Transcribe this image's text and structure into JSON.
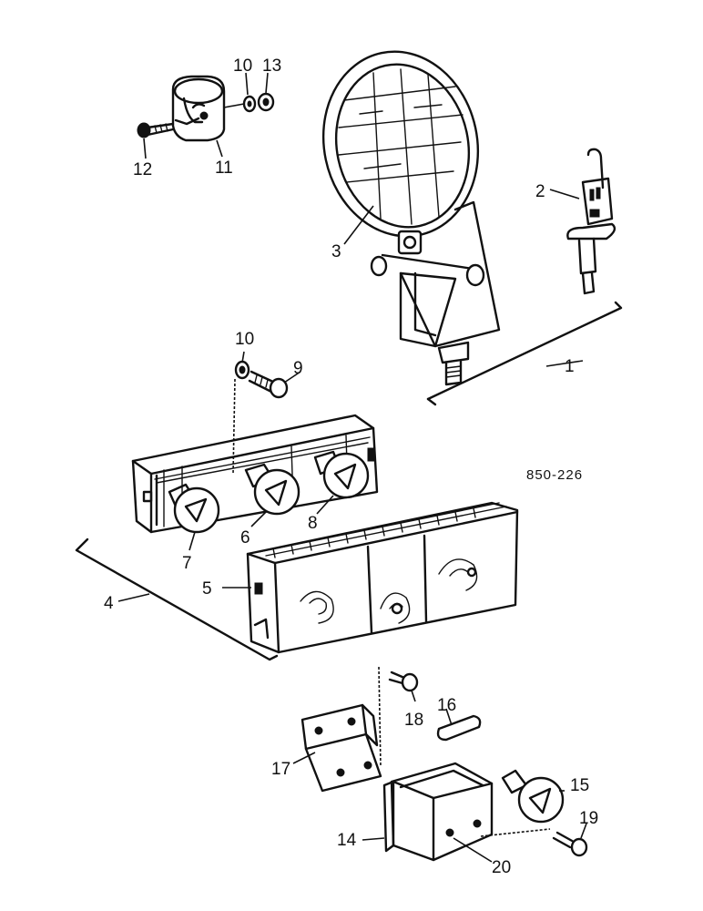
{
  "drawing": {
    "code": "850-226",
    "callouts": {
      "c1": "1",
      "c2": "2",
      "c3": "3",
      "c4": "4",
      "c5": "5",
      "c6": "6",
      "c7": "7",
      "c8": "8",
      "c9": "9",
      "c10a": "10",
      "c10b": "10",
      "c11": "11",
      "c12": "12",
      "c13": "13",
      "c14": "14",
      "c15": "15",
      "c16": "16",
      "c17": "17",
      "c18": "18",
      "c19": "19",
      "c20": "20"
    }
  }
}
